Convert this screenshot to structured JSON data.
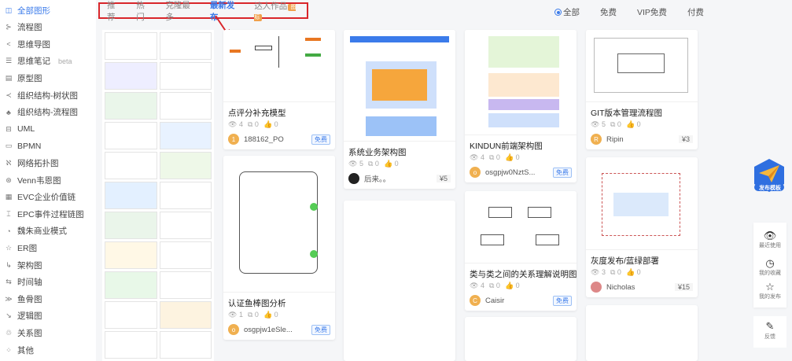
{
  "sidebar": {
    "items": [
      {
        "label": "全部图形",
        "icon": "all-shapes-icon"
      },
      {
        "label": "流程图",
        "icon": "flowchart-icon"
      },
      {
        "label": "思维导图",
        "icon": "mindmap-icon"
      },
      {
        "label": "思维笔记",
        "icon": "notes-icon",
        "tag": "beta"
      },
      {
        "label": "原型图",
        "icon": "prototype-icon"
      },
      {
        "label": "组织结构-树状图",
        "icon": "org-tree-icon"
      },
      {
        "label": "组织结构-流程图",
        "icon": "org-flow-icon"
      },
      {
        "label": "UML",
        "icon": "uml-icon"
      },
      {
        "label": "BPMN",
        "icon": "bpmn-icon"
      },
      {
        "label": "网络拓扑图",
        "icon": "network-icon"
      },
      {
        "label": "Venn韦恩图",
        "icon": "venn-icon"
      },
      {
        "label": "EVC企业价值链",
        "icon": "evc-icon"
      },
      {
        "label": "EPC事件过程链图",
        "icon": "epc-icon"
      },
      {
        "label": "魏朱商业模式",
        "icon": "business-model-icon"
      },
      {
        "label": "ER图",
        "icon": "er-icon"
      },
      {
        "label": "架构图",
        "icon": "architecture-icon"
      },
      {
        "label": "时间轴",
        "icon": "timeline-icon"
      },
      {
        "label": "鱼骨图",
        "icon": "fishbone-icon"
      },
      {
        "label": "逻辑图",
        "icon": "logic-icon"
      },
      {
        "label": "关系图",
        "icon": "relation-icon"
      },
      {
        "label": "其他",
        "icon": "other-icon"
      }
    ]
  },
  "tabs": [
    {
      "label": "推荐"
    },
    {
      "label": "热门"
    },
    {
      "label": "克隆最多"
    },
    {
      "label": "最新发布",
      "active": true
    },
    {
      "label": "达人作品",
      "badge": "图标"
    }
  ],
  "filters": [
    {
      "label": "全部",
      "selected": true
    },
    {
      "label": "免费"
    },
    {
      "label": "VIP免费"
    },
    {
      "label": "付费"
    }
  ],
  "cards": [
    {
      "title": "点评分补充模型",
      "views": "4",
      "clones": "0",
      "likes": "0",
      "author": "188162_PO",
      "avatar": "1",
      "price": "免费"
    },
    {
      "title": "认证鱼棒图分析",
      "views": "1",
      "clones": "0",
      "likes": "0",
      "author": "osgpjw1eSle...",
      "avatar": "o",
      "price": "免费"
    },
    {
      "title": "系统业务架构图",
      "views": "5",
      "clones": "0",
      "likes": "0",
      "author": "后来。。",
      "avatar": "",
      "price": "¥5"
    },
    {
      "title": "KINDUN前端架构图",
      "views": "4",
      "clones": "0",
      "likes": "0",
      "author": "osgpjw0NztS...",
      "avatar": "o",
      "price": "免费"
    },
    {
      "title": "类与类之间的关系理解说明图",
      "views": "4",
      "clones": "0",
      "likes": "0",
      "author": "Caisir",
      "avatar": "C",
      "price": "免费"
    },
    {
      "title": "GIT版本管理流程图",
      "views": "5",
      "clones": "0",
      "likes": "0",
      "author": "Ripin",
      "avatar": "R",
      "price": "¥3"
    },
    {
      "title": "灰度发布/蓝绿部署",
      "views": "3",
      "clones": "0",
      "likes": "0",
      "author": "Nicholas",
      "avatar": "",
      "price": "¥15"
    }
  ],
  "right_panel": {
    "publish": "发布模板",
    "recent": "最近使用",
    "favorites": "我的收藏",
    "my_published": "我的发布",
    "feedback": "反馈"
  },
  "colors": {
    "accent": "#3b7bea",
    "highlight": "#d9262b",
    "badge": "#f0a04b"
  }
}
